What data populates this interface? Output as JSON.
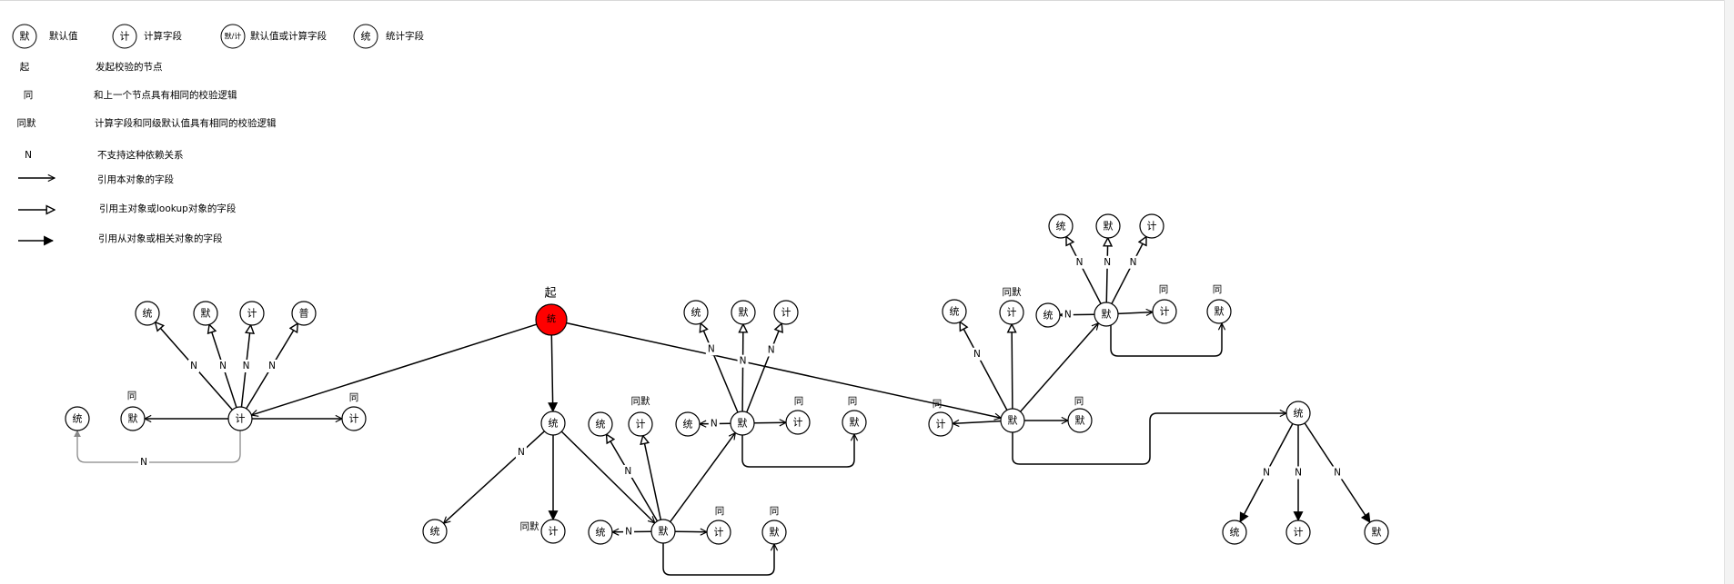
{
  "legend": {
    "node_types": [
      {
        "symbol": "默",
        "label": "默认值"
      },
      {
        "symbol": "计",
        "label": "计算字段"
      },
      {
        "symbol": "默/计",
        "label": "默认值或计算字段"
      },
      {
        "symbol": "统",
        "label": "统计字段"
      }
    ],
    "markers": [
      {
        "symbol": "起",
        "label": "发起校验的节点"
      },
      {
        "symbol": "同",
        "label": "和上一个节点具有相同的校验逻辑"
      },
      {
        "symbol": "同默",
        "label": "计算字段和同级默认值具有相同的校验逻辑"
      },
      {
        "symbol": "N",
        "label": "不支持这种依赖关系"
      }
    ],
    "arrows": [
      {
        "style": "open",
        "label": "引用本对象的字段"
      },
      {
        "style": "hollow",
        "label": "引用主对象或lookup对象的字段"
      },
      {
        "style": "filled",
        "label": "引用从对象或相关对象的字段"
      }
    ]
  },
  "colors": {
    "start_fill": "#ff0000",
    "line": "#000000",
    "gray_line": "#888888"
  },
  "nodes": [
    {
      "id": "root",
      "label": "统",
      "start": true
    },
    {
      "id": "L",
      "label": "计"
    },
    {
      "id": "L1",
      "label": "统"
    },
    {
      "id": "L2",
      "label": "默"
    },
    {
      "id": "L3",
      "label": "计"
    },
    {
      "id": "L4",
      "label": "普"
    },
    {
      "id": "L5",
      "label": "统"
    },
    {
      "id": "L6",
      "label": "默"
    },
    {
      "id": "L7",
      "label": "计"
    },
    {
      "id": "C",
      "label": "统"
    },
    {
      "id": "C1",
      "label": "统"
    },
    {
      "id": "C2",
      "label": "计"
    },
    {
      "id": "D",
      "label": "默"
    },
    {
      "id": "D1",
      "label": "统"
    },
    {
      "id": "D2",
      "label": "计"
    },
    {
      "id": "D3",
      "label": "统"
    },
    {
      "id": "D4",
      "label": "计"
    },
    {
      "id": "D5",
      "label": "默"
    },
    {
      "id": "E",
      "label": "默"
    },
    {
      "id": "E1",
      "label": "统"
    },
    {
      "id": "E2",
      "label": "默"
    },
    {
      "id": "E3",
      "label": "计"
    },
    {
      "id": "E4",
      "label": "统"
    },
    {
      "id": "E5",
      "label": "计"
    },
    {
      "id": "E6",
      "label": "默"
    },
    {
      "id": "F",
      "label": "默"
    },
    {
      "id": "F1",
      "label": "统"
    },
    {
      "id": "F2",
      "label": "计"
    },
    {
      "id": "F3",
      "label": "计"
    },
    {
      "id": "F4",
      "label": "默"
    },
    {
      "id": "G",
      "label": "默"
    },
    {
      "id": "G1",
      "label": "统"
    },
    {
      "id": "G2",
      "label": "默"
    },
    {
      "id": "G3",
      "label": "计"
    },
    {
      "id": "G4",
      "label": "统"
    },
    {
      "id": "G5",
      "label": "计"
    },
    {
      "id": "G6",
      "label": "默"
    },
    {
      "id": "H",
      "label": "统"
    },
    {
      "id": "H1",
      "label": "统"
    },
    {
      "id": "H2",
      "label": "计"
    },
    {
      "id": "H3",
      "label": "默"
    }
  ],
  "edges": [
    {
      "from": "root",
      "to": "L",
      "arrow": "open"
    },
    {
      "from": "root",
      "to": "C",
      "arrow": "filled"
    },
    {
      "from": "root",
      "to": "F",
      "arrow": "open"
    },
    {
      "from": "L",
      "to": "L1",
      "arrow": "hollow",
      "label": "N"
    },
    {
      "from": "L",
      "to": "L2",
      "arrow": "hollow",
      "label": "N"
    },
    {
      "from": "L",
      "to": "L3",
      "arrow": "hollow",
      "label": "N"
    },
    {
      "from": "L",
      "to": "L4",
      "arrow": "hollow",
      "label": "N"
    },
    {
      "from": "L",
      "to": "L6",
      "arrow": "open"
    },
    {
      "from": "L",
      "to": "L7",
      "arrow": "open"
    },
    {
      "from": "L",
      "to": "L5",
      "arrow": "open",
      "label": "N"
    },
    {
      "from": "C",
      "to": "C1",
      "arrow": "open",
      "label": "N"
    },
    {
      "from": "C",
      "to": "C2",
      "arrow": "filled"
    },
    {
      "from": "C",
      "to": "D",
      "arrow": "open"
    },
    {
      "from": "D",
      "to": "D1",
      "arrow": "hollow",
      "label": "N"
    },
    {
      "from": "D",
      "to": "D2",
      "arrow": "hollow"
    },
    {
      "from": "D",
      "to": "D3",
      "arrow": "open",
      "label": "N"
    },
    {
      "from": "D",
      "to": "D4",
      "arrow": "open"
    },
    {
      "from": "D",
      "to": "D5",
      "arrow": "open"
    },
    {
      "from": "D",
      "to": "E",
      "arrow": "open"
    },
    {
      "from": "E",
      "to": "E1",
      "arrow": "hollow",
      "label": "N"
    },
    {
      "from": "E",
      "to": "E2",
      "arrow": "hollow",
      "label": "N"
    },
    {
      "from": "E",
      "to": "E3",
      "arrow": "hollow",
      "label": "N"
    },
    {
      "from": "E",
      "to": "E4",
      "arrow": "open",
      "label": "N"
    },
    {
      "from": "E",
      "to": "E5",
      "arrow": "open"
    },
    {
      "from": "E",
      "to": "E6",
      "arrow": "open"
    },
    {
      "from": "F",
      "to": "F1",
      "arrow": "hollow",
      "label": "N"
    },
    {
      "from": "F",
      "to": "F2",
      "arrow": "hollow"
    },
    {
      "from": "F",
      "to": "F3",
      "arrow": "open"
    },
    {
      "from": "F",
      "to": "F4",
      "arrow": "open"
    },
    {
      "from": "F",
      "to": "G",
      "arrow": "open"
    },
    {
      "from": "F",
      "to": "H",
      "arrow": "open"
    },
    {
      "from": "G",
      "to": "G1",
      "arrow": "hollow",
      "label": "N"
    },
    {
      "from": "G",
      "to": "G2",
      "arrow": "hollow",
      "label": "N"
    },
    {
      "from": "G",
      "to": "G3",
      "arrow": "hollow",
      "label": "N"
    },
    {
      "from": "G",
      "to": "G4",
      "arrow": "open",
      "label": "N"
    },
    {
      "from": "G",
      "to": "G5",
      "arrow": "open"
    },
    {
      "from": "G",
      "to": "G6",
      "arrow": "open"
    },
    {
      "from": "H",
      "to": "H1",
      "arrow": "filled",
      "label": "N"
    },
    {
      "from": "H",
      "to": "H2",
      "arrow": "filled",
      "label": "N"
    },
    {
      "from": "H",
      "to": "H3",
      "arrow": "filled",
      "label": "N"
    }
  ],
  "notes": [
    {
      "node": "root",
      "text": "起"
    },
    {
      "node": "L6",
      "text": "同"
    },
    {
      "node": "L7",
      "text": "同"
    },
    {
      "node": "C2",
      "text": "同默"
    },
    {
      "node": "D2",
      "text": "同默"
    },
    {
      "node": "D4",
      "text": "同"
    },
    {
      "node": "D5",
      "text": "同"
    },
    {
      "node": "E5",
      "text": "同"
    },
    {
      "node": "E6",
      "text": "同"
    },
    {
      "node": "F2",
      "text": "同默"
    },
    {
      "node": "F3",
      "text": "同"
    },
    {
      "node": "F4",
      "text": "同"
    },
    {
      "node": "G5",
      "text": "同"
    },
    {
      "node": "G6",
      "text": "同"
    }
  ]
}
